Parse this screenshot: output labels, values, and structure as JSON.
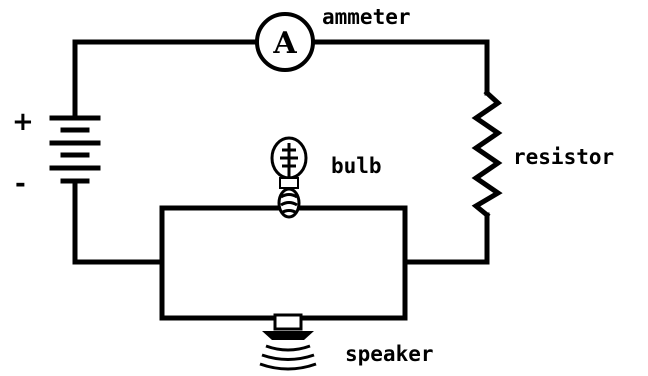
{
  "components": {
    "ammeter": {
      "label": "ammeter",
      "symbol": "A"
    },
    "resistor": {
      "label": "resistor"
    },
    "bulb": {
      "label": "bulb"
    },
    "speaker": {
      "label": "speaker"
    },
    "battery": {
      "positive": "+",
      "negative": "-"
    }
  }
}
